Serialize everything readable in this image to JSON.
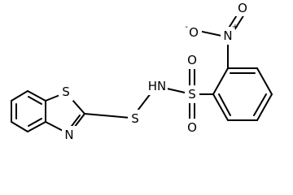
{
  "molecule": {
    "atoms": {
      "thiazole_s": "S",
      "thiazole_n": "N",
      "linker_s": "S",
      "nh": "HN",
      "sulfonyl_s": "S",
      "sulfonyl_o_top": "O",
      "sulfonyl_o_bottom": "O",
      "nitro_n": "N",
      "nitro_n_charge": "+",
      "nitro_o_minus": "O",
      "nitro_o_minus_charge": "-",
      "nitro_o_double": "O"
    },
    "colors": {
      "bond": "#000000",
      "label": "#000000",
      "background": "#ffffff"
    }
  }
}
